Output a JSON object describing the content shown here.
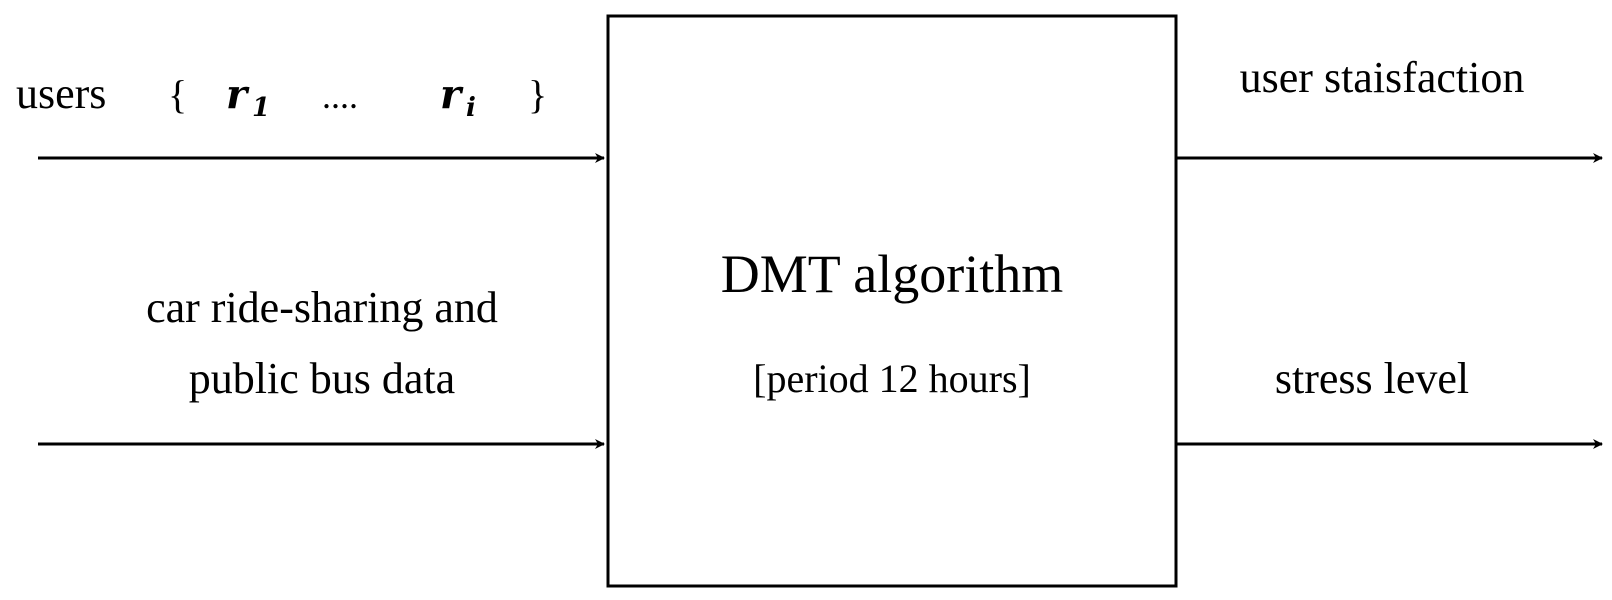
{
  "process": {
    "title": "DMT algorithm",
    "subtitle": "[period 12 hours]"
  },
  "inputs": [
    {
      "label_prefix": "users",
      "brace_open": "{",
      "first_var": "r",
      "first_sub": "1",
      "ellipsis": "....",
      "last_var": "r",
      "last_sub": "i",
      "brace_close": "}"
    },
    {
      "line1": "car ride-sharing and",
      "line2": "public bus data"
    }
  ],
  "outputs": [
    {
      "label": "user staisfaction"
    },
    {
      "label": "stress level"
    }
  ]
}
